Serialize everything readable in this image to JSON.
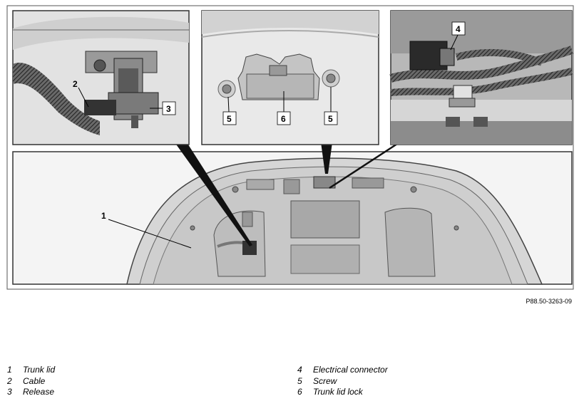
{
  "callouts": [
    "1",
    "2",
    "3",
    "4",
    "5",
    "5",
    "6"
  ],
  "figure_ref": "P88.50-3263-09",
  "legend_left": [
    {
      "num": "1",
      "label": "Trunk lid"
    },
    {
      "num": "2",
      "label": "Cable"
    },
    {
      "num": "3",
      "label": "Release"
    }
  ],
  "legend_right": [
    {
      "num": "4",
      "label": "Electrical connector"
    },
    {
      "num": "5",
      "label": "Screw"
    },
    {
      "num": "6",
      "label": "Trunk lid lock"
    }
  ]
}
